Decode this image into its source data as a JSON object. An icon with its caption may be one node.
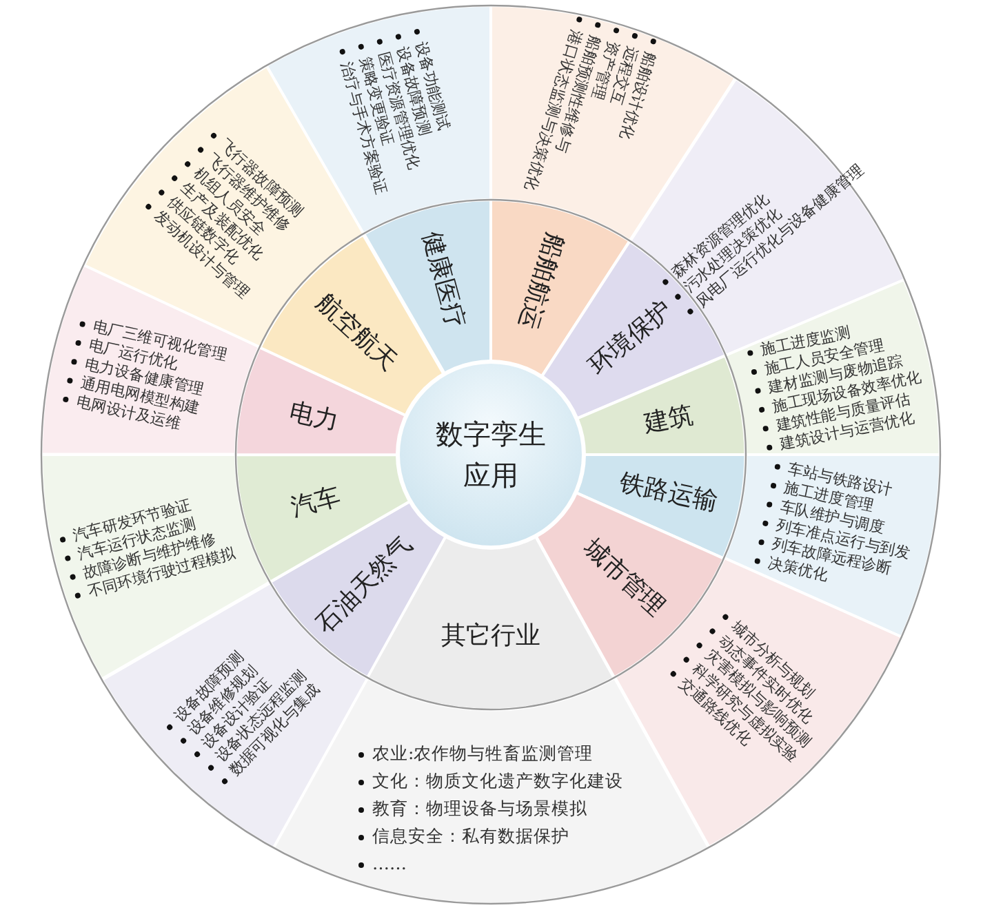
{
  "diagram": {
    "nodes": [
      {
        "text": [
          "数字孪生应用"
        ]
      },
      {
        "text": [
          "健康医疗"
        ]
      },
      {
        "text": [
          "设备功能测试",
          "设备故障预测",
          "医疗资源管理优化",
          "策略变更验证",
          "治疗与手术方案验证"
        ]
      },
      {
        "text": [
          "船舶航运"
        ]
      },
      {
        "text": [
          "船舶设计优化",
          "远程交互",
          "资产管理",
          "船舶预测性维修与",
          "港口状态监测与决策优化"
        ]
      },
      {
        "text": [
          "环境保护"
        ]
      },
      {
        "text": [
          "森林资源管理优化",
          "污水处理决策优化",
          "风电厂运行优化与设备健康管理"
        ]
      },
      {
        "text": [
          "建筑"
        ]
      },
      {
        "text": [
          "施工进度监测",
          "施工人员安全管理",
          "建材监测与废物追踪",
          "施工现场设备效率优化",
          "建筑性能与质量评估",
          "建筑设计与运营优化"
        ]
      },
      {
        "text": [
          "铁路运输"
        ]
      },
      {
        "text": [
          "车站与铁路设计",
          "施工进度管理",
          "车队维护与调度",
          "列车准点运行与到发",
          "列车故障远程诊断",
          "决策优化"
        ]
      },
      {
        "text": [
          "城市管理"
        ]
      },
      {
        "text": [
          "城市分析与规划",
          "动态事件实时优化",
          "灾害模拟与影响预测",
          "科学研究与虚拟实验",
          "交通路线优化"
        ]
      },
      {
        "text": [
          "其它行业"
        ]
      },
      {
        "text": [
          "农业:农作物与牲畜监测管理",
          "文化：物质文化遗产数字化建设",
          "教育：物理设备与场景模拟",
          "信息安全：私有数据保护",
          "……"
        ]
      },
      {
        "text": [
          "石油天然气"
        ]
      },
      {
        "text": [
          "设备故障预测",
          "设备维修规划",
          "设备设计验证",
          "设备状态远程监测",
          "数据可视化与集成"
        ]
      },
      {
        "text": [
          "汽车"
        ]
      },
      {
        "text": [
          "汽车研发环节验证",
          "汽车运行状态监测",
          "故障诊断与维护维修",
          "不同环境行驶过程模拟"
        ]
      },
      {
        "text": [
          "电力"
        ]
      },
      {
        "text": [
          "电厂三维可视化管理",
          "电厂运行优化",
          "电力设备健康管理",
          "通用电网模型构建",
          "电网设计及运维"
        ]
      },
      {
        "text": [
          "航空航天"
        ]
      },
      {
        "text": [
          "飞行器故障预测",
          "飞行器维护维修",
          "机组人员安全",
          "生产及装配优化",
          "供应链数字化",
          "发动机设计与管理"
        ]
      }
    ]
  }
}
